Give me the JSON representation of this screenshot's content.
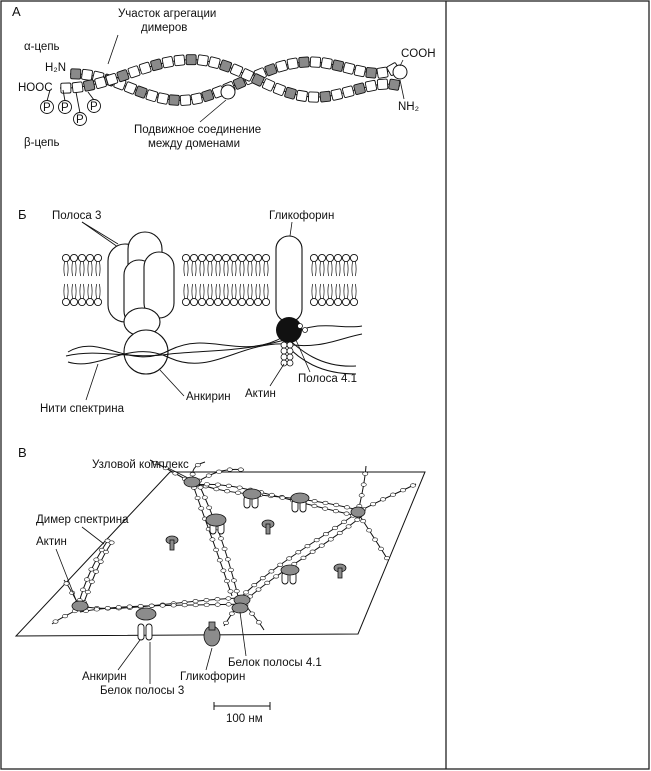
{
  "table": {
    "border_color": "#222222"
  },
  "panel_a": {
    "letter": "А",
    "aggregation_site_line1": "Участок агрегации",
    "aggregation_site_line2": "димеров",
    "alpha_chain": "α-цепь",
    "h2n": "H₂N",
    "hooc": "HOOC",
    "cooh": "COOH",
    "nh2": "NH₂",
    "beta_chain": "β-цепь",
    "phosphate": "P",
    "hinge_line1": "Подвижное соединение",
    "hinge_line2": "между доменами",
    "domain_fill_dark": "#8a8a8a",
    "domain_fill_light": "#ffffff"
  },
  "panel_b": {
    "letter": "Б",
    "band3": "Полоса 3",
    "glycophorin": "Гликофорин",
    "spectrin_filaments": "Нити спектрина",
    "ankyrin": "Анкирин",
    "actin": "Актин",
    "band41": "Полоса 4.1",
    "band41_fill": "#111111"
  },
  "panel_c": {
    "letter": "В",
    "junction_complex": "Узловой комплекс",
    "spectrin_dimer": "Димер спектрина",
    "actin": "Актин",
    "ankyrin": "Анкирин",
    "band3_protein": "Белок полосы 3",
    "glycophorin": "Гликофорин",
    "band41_protein": "Белок полосы 4.1",
    "scale_bar": "100 нм",
    "protein_fill": "#8c8c8c"
  }
}
